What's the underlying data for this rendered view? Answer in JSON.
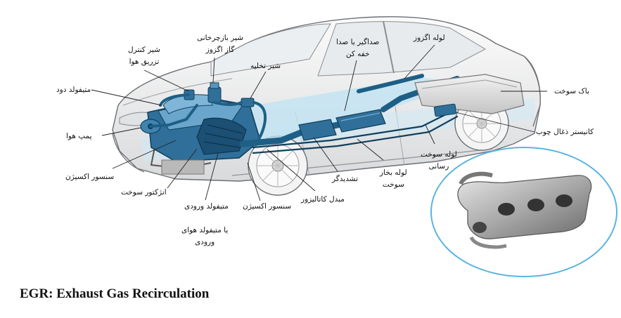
{
  "caption": "EGR: Exhaust Gas Recirculation",
  "labels": {
    "exhaust_pipe": "لوله اگزوز",
    "muffler": "صداگیر یا صدا",
    "muffler_2": "خفه کن",
    "purge_valve": "شیر بازچرخانی",
    "purge_valve_2": "گاز اگزوز",
    "control_valve": "شیر کنترل",
    "control_valve_2": "تزریق هوا",
    "relief_valve": "شیر تخلیه",
    "secondary_manifold": "متیفولد دود",
    "air_pump": "پمپ هوا",
    "oxygen_sensor_1": "سنسور اکسیژن",
    "fuel_injector": "انژکتور سوخت",
    "intake_manifold": "متیفولد ورودی",
    "intake_manifold_alt": "یا متیفولد هوای",
    "intake_manifold_alt_2": "ورودی",
    "oxygen_sensor_2": "سنسور اکسیژن",
    "catalytic_converter": "مبدل کاتالیزور",
    "resonator": "تشدیدگر",
    "vapor_pipe": "لوله بخار",
    "vapor_pipe_2": "سوخت",
    "fuel_line": "لوله سوخت",
    "fuel_line_2": "رسانی",
    "fuel_tank": "باک سوخت",
    "charcoal_canister": "کانیستر ذغال چوب"
  },
  "colors": {
    "pipe": "#1e5f86",
    "pipe_dark": "#0f3f5c",
    "engine": "#3f83b0",
    "car_outline": "#6b6f74",
    "highlight": "#bfe3f3",
    "inset_border": "#5ab4e0"
  }
}
